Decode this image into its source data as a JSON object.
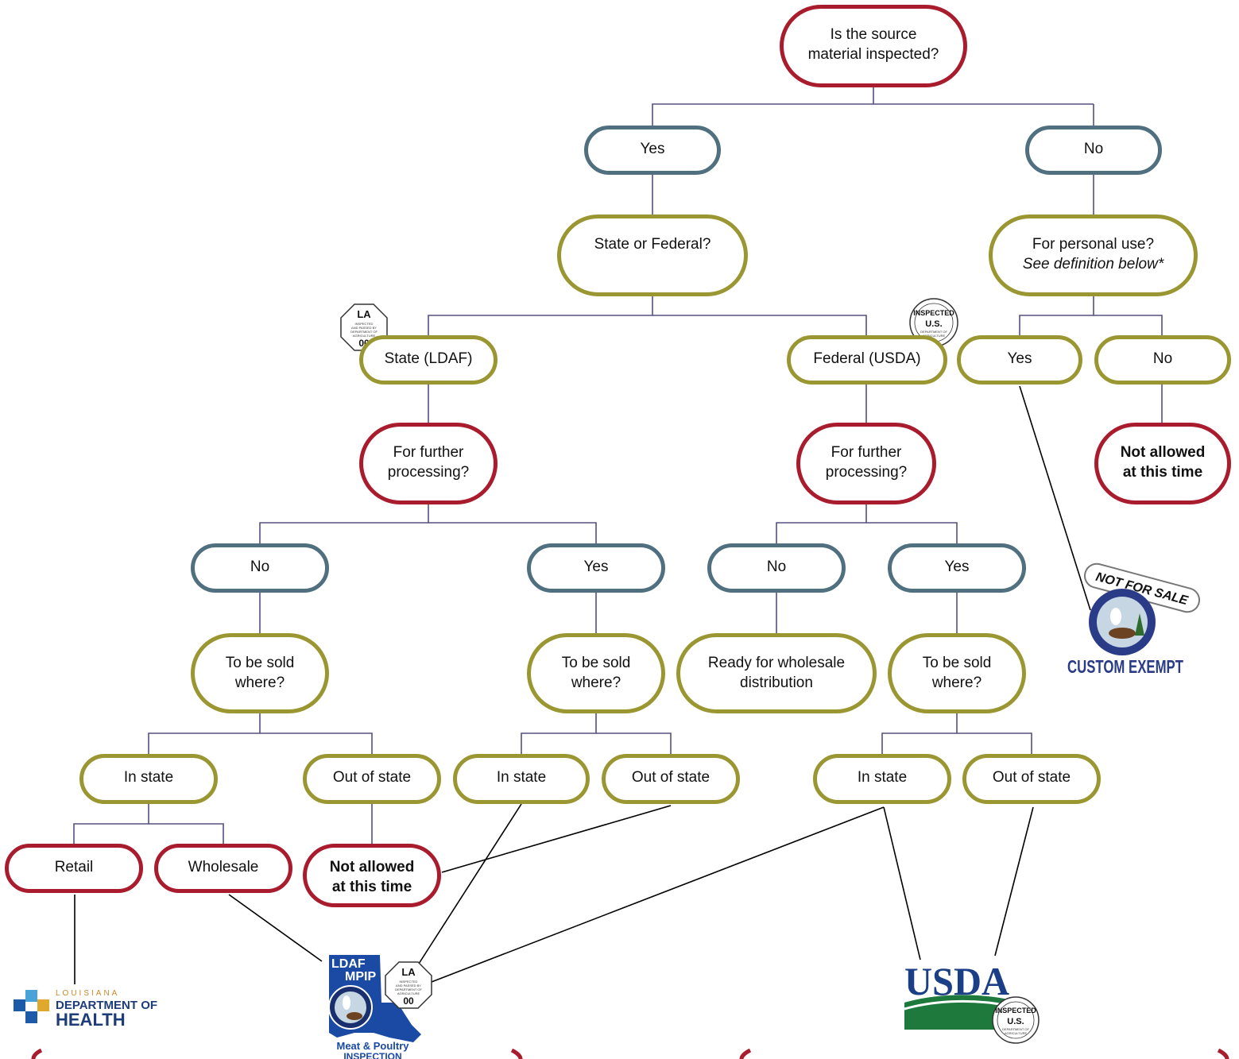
{
  "nodes": {
    "root": [
      "Is the source",
      "material inspected?"
    ],
    "yes_inspected": "Yes",
    "no_inspected": "No",
    "state_or_federal": "State or Federal?",
    "personal_use": "For personal use?",
    "personal_use_note": "See definition below*",
    "state_ldaf": "State (LDAF)",
    "federal_usda": "Federal (USDA)",
    "personal_yes": "Yes",
    "personal_no": "No",
    "not_allowed_personal": [
      "Not allowed",
      "at this time"
    ],
    "state_further": [
      "For further",
      "processing?"
    ],
    "federal_further": [
      "For further",
      "processing?"
    ],
    "state_no": "No",
    "state_yes": "Yes",
    "federal_no": "No",
    "federal_yes": "Yes",
    "state_no_sold": [
      "To be sold",
      "where?"
    ],
    "state_yes_sold": [
      "To be sold",
      "where?"
    ],
    "ready_wholesale": [
      "Ready for wholesale",
      "distribution"
    ],
    "federal_yes_sold": [
      "To be sold",
      "where?"
    ],
    "in_state_1": "In state",
    "out_state_1": "Out of state",
    "in_state_2": "In state",
    "out_state_2": "Out of state",
    "in_state_3": "In state",
    "out_state_3": "Out of state",
    "retail": "Retail",
    "wholesale": "Wholesale",
    "not_allowed_state": [
      "Not allowed",
      "at this time"
    ]
  },
  "logos": {
    "la_stamp": {
      "top": "LA",
      "small": [
        "INSPECTED",
        "AND PASSED BY",
        "DEPARTMENT OF",
        "AGRICULTURE"
      ],
      "number": "00"
    },
    "usda_stamp": {
      "top": "INSPECTED",
      "mid": "U.S.",
      "small": [
        "DEPARTMENT OF",
        "AGRICULTURE"
      ]
    },
    "not_for_sale": "NOT FOR SALE",
    "custom_exempt": "CUSTOM EXEMPT",
    "ldh": {
      "small": "LOUISIANA",
      "line1": "DEPARTMENT OF",
      "line2": "HEALTH"
    },
    "ldaf": {
      "line1": "LDAF",
      "line2": "MPIP",
      "line3": "Meat & Poultry",
      "line4": "INSPECTION"
    },
    "usda": "USDA"
  },
  "colors": {
    "question_border": "#a81c2e",
    "answer_border": "#50707f",
    "category_border": "#9a9733",
    "connector": "#55507f",
    "arrow": "#000000",
    "usda_green": "#1d7a3c",
    "usda_blue": "#1b3f87",
    "ldaf_blue": "#1a4aa3"
  }
}
